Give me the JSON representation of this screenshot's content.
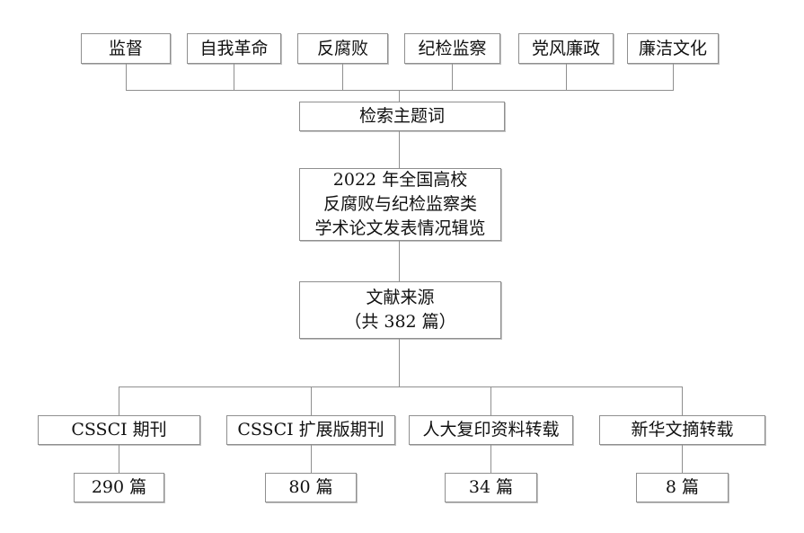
{
  "flowchart": {
    "keywords": [
      "监督",
      "自我革命",
      "反腐败",
      "纪检监察",
      "党风廉政",
      "廉洁文化"
    ],
    "search_label": "检索主题词",
    "title_lines": [
      "2022 年全国高校",
      "反腐败与纪检监察类",
      "学术论文发表情况辑览"
    ],
    "source_lines": [
      "文献来源",
      "（共 382 篇）"
    ],
    "sources": [
      {
        "label": "CSSCI 期刊",
        "count": "290 篇"
      },
      {
        "label": "CSSCI 扩展版期刊",
        "count": "80 篇"
      },
      {
        "label": "人大复印资料转载",
        "count": "34 篇"
      },
      {
        "label": "新华文摘转载",
        "count": "8 篇"
      }
    ],
    "colors": {
      "border": "#8f8f8f",
      "connector": "#8f8f8f",
      "text": "#111111"
    }
  }
}
